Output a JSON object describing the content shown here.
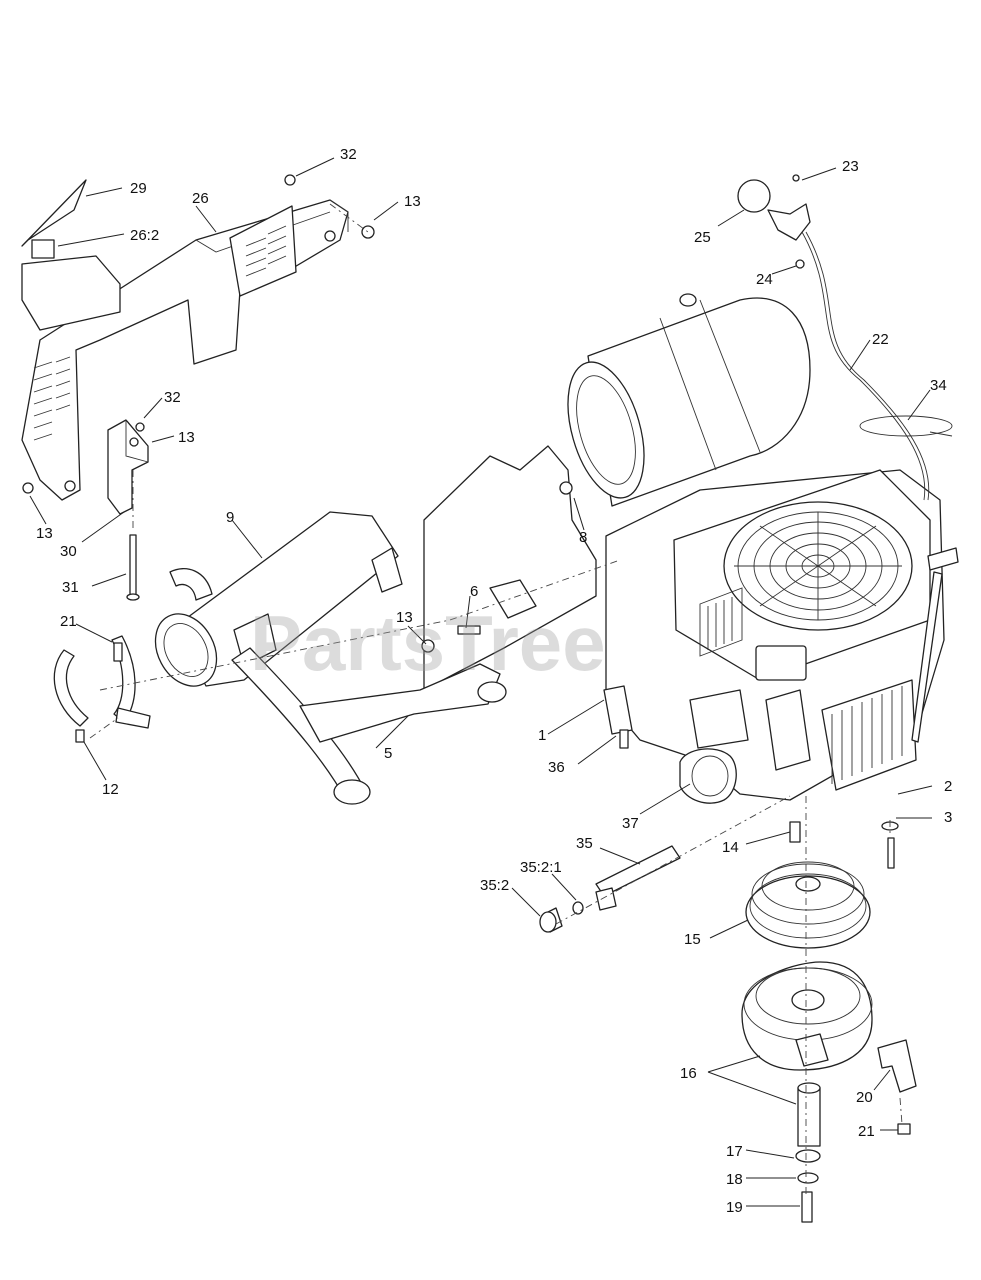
{
  "watermark": "PartsTree",
  "callouts": [
    "32",
    "29",
    "26",
    "13",
    "26:2",
    "32",
    "13",
    "13",
    "30",
    "31",
    "9",
    "8",
    "21",
    "13",
    "6",
    "12",
    "5",
    "23",
    "25",
    "24",
    "22",
    "34",
    "1",
    "36",
    "37",
    "2",
    "3",
    "14",
    "35",
    "35:2:1",
    "35:2",
    "15",
    "16",
    "20",
    "21",
    "17",
    "18",
    "19"
  ]
}
